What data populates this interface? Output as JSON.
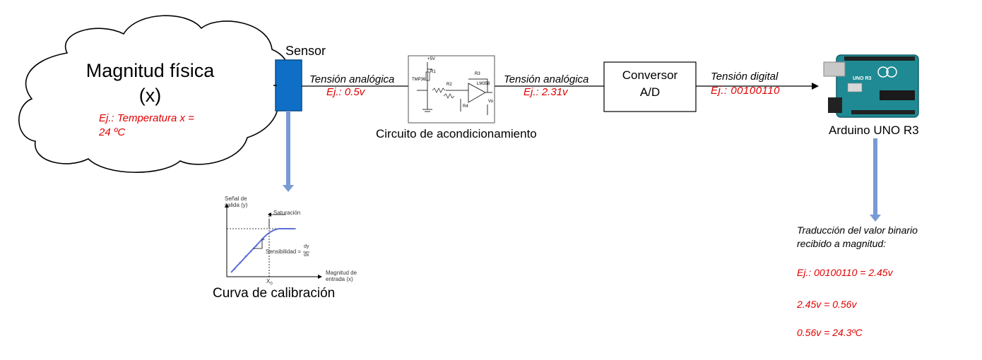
{
  "cloud": {
    "title": "Magnitud física",
    "subtitle": "(x)",
    "example": "Ej.: Temperatura x = 24 ºC"
  },
  "sensor": {
    "label": "Sensor"
  },
  "signals": {
    "analog_1": {
      "label": "Tensión analógica",
      "example": "Ej.: 0.5v"
    },
    "analog_2": {
      "label": "Tensión analógica",
      "example": "Ej.: 2.31v"
    },
    "digital": {
      "label": "Tensión digital",
      "example": "Ej.: 00100110"
    }
  },
  "conditioning_circuit": {
    "caption": "Circuito de acondicionamiento",
    "labels": [
      "+5V",
      "R1",
      "TMP36",
      "R2",
      "R3",
      "R4",
      "LM358",
      "Vo"
    ]
  },
  "converter": {
    "line1": "Conversor",
    "line2": "A/D"
  },
  "arduino": {
    "caption": "Arduino UNO R3",
    "board_text": "UNO R3"
  },
  "calibration": {
    "caption": "Curva de calibración",
    "y_label_1": "Señal de",
    "y_label_2": "salida (y)",
    "saturation": "Saturación",
    "sensitivity": "Sensibilidad =",
    "frac_num": "dy",
    "frac_den": "dx",
    "x_label_1": "Magnitud de",
    "x_label_2": "entrada (x)",
    "x0": "X",
    "x0_sub": "0"
  },
  "translation": {
    "text_1": "Traducción del valor binario",
    "text_2": "recibido a magnitud:",
    "eq_1": "Ej.: 00100110 = 2.45v",
    "eq_2": "2.45v = 0.56v",
    "eq_3": "0.56v = 24.3ºC"
  },
  "colors": {
    "example_red": "#e00000",
    "sensor_blue": "#0f6fc6",
    "arrow_blue": "#7a9ad4",
    "board_teal": "#1f8a93",
    "curve_blue": "#5b6fd6"
  }
}
